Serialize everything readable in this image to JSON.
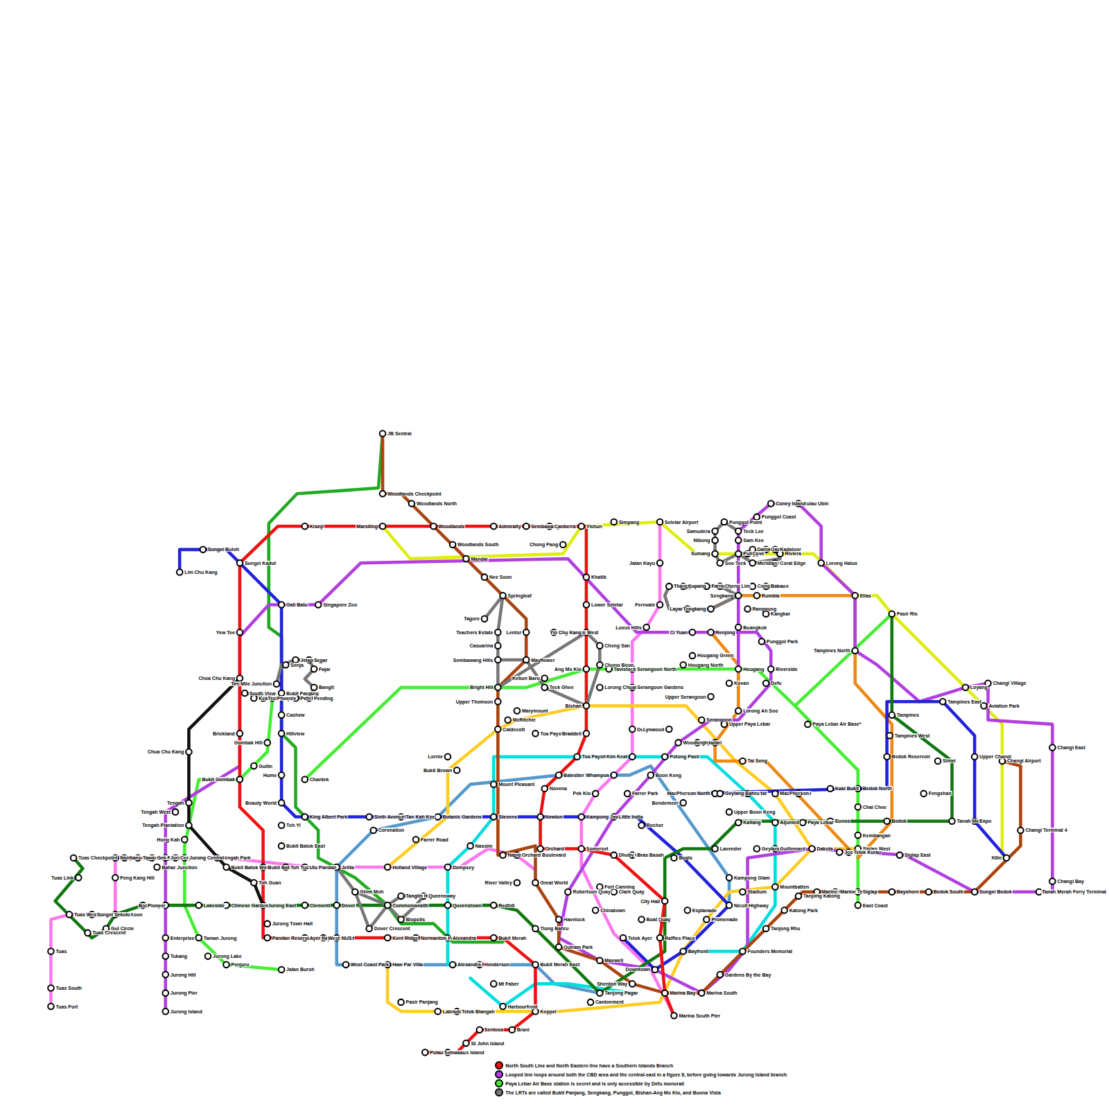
{
  "diagram": {
    "labels": [
      "JB Sentral",
      "Woodlands Checkpoint",
      "Woodlands North",
      "Marsiling",
      "Woodlands",
      "Woodlands South",
      "Admiralty",
      "Sembawang",
      "Canberra",
      "Yishun",
      "Simpang",
      "Seletar Airport",
      "Chong Pang",
      "Mandai",
      "Kranji",
      "Sungei Kadut",
      "Sungei Buloh",
      "Lim Chu Kang",
      "Gali Batu",
      "Singapore Zoo",
      "Yew Tee",
      "Choa Chu Kang",
      "South View",
      "Keat Hong",
      "Teck Whye",
      "Phoenix",
      "Ten Mile Junction",
      "Senja",
      "Jelapang",
      "Segar",
      "Fajar",
      "Bangit",
      "Bukit Panjang",
      "Petir",
      "Pending",
      "Cashew",
      "Hillview",
      "Hume",
      "Beauty World",
      "Toh Yi",
      "Brickland",
      "Gombak Hill",
      "Guilin",
      "Bukit Gombak",
      "Chua Chu Kang",
      "Chantek",
      "King Albert Park",
      "Tengah",
      "Tengah West",
      "Tengah Plantation",
      "Hong Kah",
      "Tengah Park",
      "Bukit Batok West",
      "Bukit Batok",
      "Bukit Batok East",
      "Toh Tuck",
      "Ulu Pandan",
      "Jelita",
      "Sixth Avenue",
      "Tan Kah Kee",
      "Botanic Gardens",
      "Farrer Road",
      "Coronation",
      "Holland Village",
      "Clementi",
      "Dover",
      "Jurong East",
      "Lakeside",
      "Chinese Garden",
      "Boon Lay",
      "Pioneer",
      "Joo Koon",
      "Gul Circle",
      "Tuas Crescent",
      "Tuas West Road",
      "Tuas Link",
      "Tuas Checkpoint",
      "Tuas",
      "Tuas South",
      "Tuas Port",
      "Sungei Sekolo",
      "Peng Kang Hill",
      "Nanyang Crescent",
      "Nanyang Gateway",
      "Tawas",
      "Gek Poh",
      "Jurong West",
      "Bahar Junction",
      "Corporation",
      "Jurong Central",
      "Toh Guan",
      "Jurong Town Hall",
      "Pandan Reservoir",
      "Taman Jurong",
      "Jurong Lake",
      "Penjuru",
      "Enterprise",
      "Tukang",
      "Jurong Hill",
      "Jurong Pier",
      "Jurong Island",
      "Jalan Buroh",
      "Ayer Rajah",
      "West Coast",
      "NUS",
      "West Coast Park",
      "Kent Ridge",
      "Haw Par Villa",
      "Pasir Panjang",
      "Labrador Park",
      "Telok Blangah",
      "Normanton Park",
      "Alexandra",
      "Alexandra Point",
      "Henderson",
      "Bukit Merah",
      "Mt Faber",
      "Harbourfront",
      "Sentosa",
      "St John Island",
      "Sisters Island",
      "Pulau Semakau",
      "Brani",
      "Keppel",
      "Bukit Merah East",
      "Redhill",
      "Queenstown",
      "Commonwealth",
      "Tanglin Halt",
      "Queensway",
      "Biopolis",
      "Ghim Moh",
      "Dover Crescent",
      "Dempsey",
      "Nassim",
      "Napier",
      "Orchard Boulevard",
      "Stevens",
      "Mount Pleasant",
      "Caldecott",
      "McRitchie",
      "Upper Thomson",
      "Bright Hill",
      "Marymount",
      "Lornie",
      "Bukit Brown",
      "Toa Payoh West",
      "Toa Payoh",
      "Balestier",
      "Novena",
      "Newton",
      "Orchard",
      "Somerset",
      "River Valley",
      "Great World",
      "Robertson Quay",
      "Fort Canning",
      "Havelock",
      "Tiong Bahru",
      "Outram Park",
      "Maxwell",
      "Chinatown",
      "Clark Quay",
      "Dhoby Ghaut",
      "Bras Basah",
      "Kampong Java",
      "Little India",
      "Rochor",
      "Farrer Park",
      "Boon Keng",
      "Bendemeer",
      "Bugis",
      "City Hall",
      "Esplanade",
      "Promenade",
      "Raffles Place",
      "Boat Quay",
      "Telok Ayer",
      "Downtown",
      "Shenton Way",
      "Tanjong Pagar",
      "Cantonment",
      "Bayfront",
      "Marina Bay",
      "Marina South",
      "Marina South Pier",
      "Gardens By the Bay",
      "Founders Memorial",
      "Tanjong Rhu",
      "Katong Park",
      "Tanjong Katong",
      "Marine Parade",
      "Marine Terrace",
      "Siglap",
      "East Coast",
      "Bayshore",
      "Bedok South",
      "Sungei Bedok",
      "Mountbatten",
      "Stadium",
      "Nicoll Highway",
      "Kampong Glam",
      "Lavender",
      "Kallang",
      "Aljunied",
      "Geylang",
      "Guillemard",
      "Dakota",
      "Paya Lebar",
      "Ubi",
      "Kaki Bukit",
      "Bedok North",
      "Chai Chee",
      "Eunos",
      "Kembangan",
      "Siglap West",
      "Joo Chiat",
      "Telok Kurau",
      "Siglap East",
      "Bedok",
      "Bedok Reservoir",
      "Tampines West",
      "Tampines",
      "Tampines North",
      "Tampines East",
      "Simei",
      "Upper Changi",
      "Fengshan",
      "Tanah Merah",
      "Expo",
      "Xilin",
      "Changi Airport",
      "Changi Terminal 4",
      "Changi East",
      "Changi Bay",
      "Tanah Merah Ferry Terminal",
      "Aviation Park",
      "Changi Village",
      "Loyang",
      "Pasir Ris",
      "Elias",
      "Lorong Halus",
      "Pulau Ubin",
      "Coney Island",
      "Punggol Coast",
      "Paya Lebar Air Base*",
      "Riverside",
      "Defu",
      "Lorong Ah Soo",
      "Upper Paya Lebar",
      "Tai Seng",
      "Mattar",
      "MacPherson",
      "MacPherson North",
      "Geylang Bahru",
      "Upper Boon Keng",
      "Bartley",
      "Bidadari",
      "Woodleigh",
      "Potong Pasir",
      "Serangoon",
      "Upper Serangoon",
      "Lorong Chuan",
      "Lentor",
      "Mayflower",
      "Kebun Baru",
      "Teck Ghee",
      "Ang Mo Kio West",
      "Yio Chu Kang",
      "Cheng San",
      "Chong Boon",
      "Tavistock",
      "Ang Mo Kio",
      "Serangoon North",
      "Serangoon Gardens",
      "Bishan",
      "Braddell",
      "Kim Keat",
      "Whampoa",
      "Dunford",
      "Pek Kio",
      "Lynwood",
      "Luxus Hills",
      "Jalan Kayu",
      "Fernvale",
      "Thanggam",
      "Kupang",
      "Farmway",
      "Layar",
      "Tongkang",
      "Cheng Lim",
      "Compassvale",
      "Rumbia",
      "Bakau",
      "Kangkar",
      "Ranggung",
      "Soo Teck",
      "Sumang",
      "Nibong",
      "Samudera",
      "Punggol Point",
      "Teck Lee",
      "Sam Kee",
      "Punggol",
      "Damai",
      "Oasis",
      "Kadaloor",
      "Riviera",
      "Coral Edge",
      "Meridian",
      "Cove",
      "Sengkang",
      "Buangkok",
      "Punggol Park",
      "Hougang",
      "Kovan",
      "Hougang North",
      "Hougang Green",
      "Ci Yuan",
      "Renjong",
      "Khatib",
      "Lower Seletar",
      "Springleaf",
      "Nee Soon",
      "Tagore",
      "Teachers Estate",
      "Casuarina",
      "Sembawang Hills"
    ],
    "legend": [
      {
        "text": "North South Line and North Eastern line have a Southern Islands Branch",
        "color": "#ee1111"
      },
      {
        "text": "Looped line loops around both the CBD area and the central-east in a figure 8, before going towards Jurong Island branch",
        "color": "#b13fe0"
      },
      {
        "text": "Paya Lebar Air Base station is secret and is only accessible by Defu monorail",
        "color": "#44ee33"
      },
      {
        "text": "The LRTs are called Bukit Panjang, Sengkang, Punggol, Bishan-Ang Mo Kio, and Buona Vista",
        "color": "#777777"
      }
    ]
  }
}
